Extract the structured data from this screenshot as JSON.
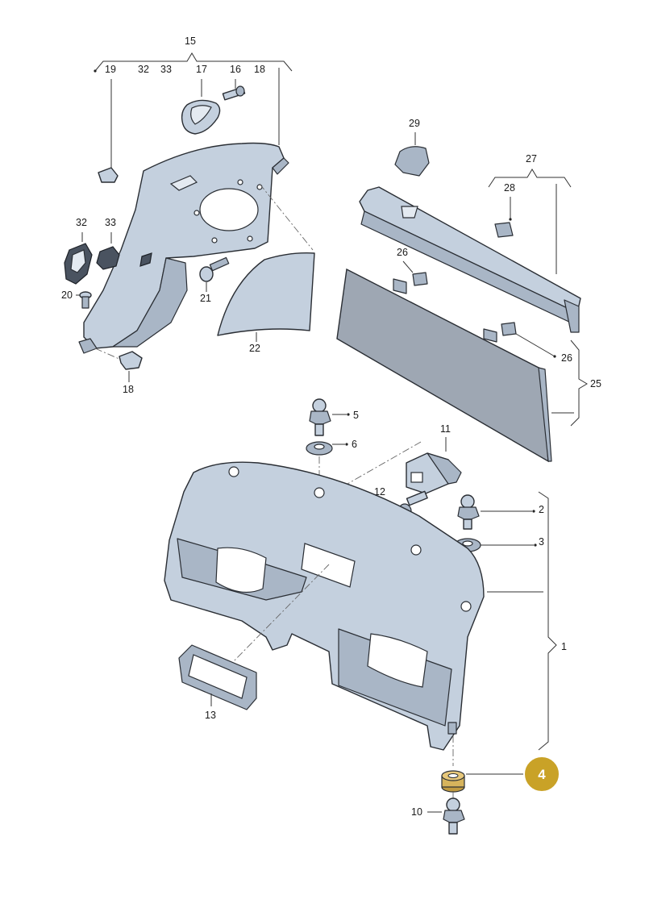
{
  "labels": {
    "l1": "1",
    "l2": "2",
    "l3": "3",
    "l4": "4",
    "l5": "5",
    "l6": "6",
    "l10": "10",
    "l11": "11",
    "l12": "12",
    "l13": "13",
    "l15": "15",
    "l16": "16",
    "l17": "17",
    "l18a": "18",
    "l18b": "18",
    "l19": "19",
    "l20": "20",
    "l21": "21",
    "l22": "22",
    "l25": "25",
    "l26a": "26",
    "l26b": "26",
    "l27": "27",
    "l28": "28",
    "l29": "29",
    "l32a": "32",
    "l33a": "33",
    "l32b": "32",
    "l33b": "33"
  },
  "highlight": {
    "color": "#c9a227",
    "ring": "#ffffff",
    "part_fill": "#d7b45c"
  },
  "parts": {
    "p1": "trim-panel",
    "p2": "ball-stud",
    "p3": "washer",
    "p4": "grommet",
    "p5": "ball-stud",
    "p6": "washer",
    "p10": "ball-stud",
    "p11": "bracket",
    "p12": "bolt",
    "p13": "handle-recess",
    "p15": "side-trim",
    "p17": "cover-cap",
    "p16": "screw",
    "p21": "screw",
    "p22": "cover-panel",
    "p25": "parcel-shelf",
    "p27": "upper-trim-strip",
    "p29": "end-cap"
  }
}
